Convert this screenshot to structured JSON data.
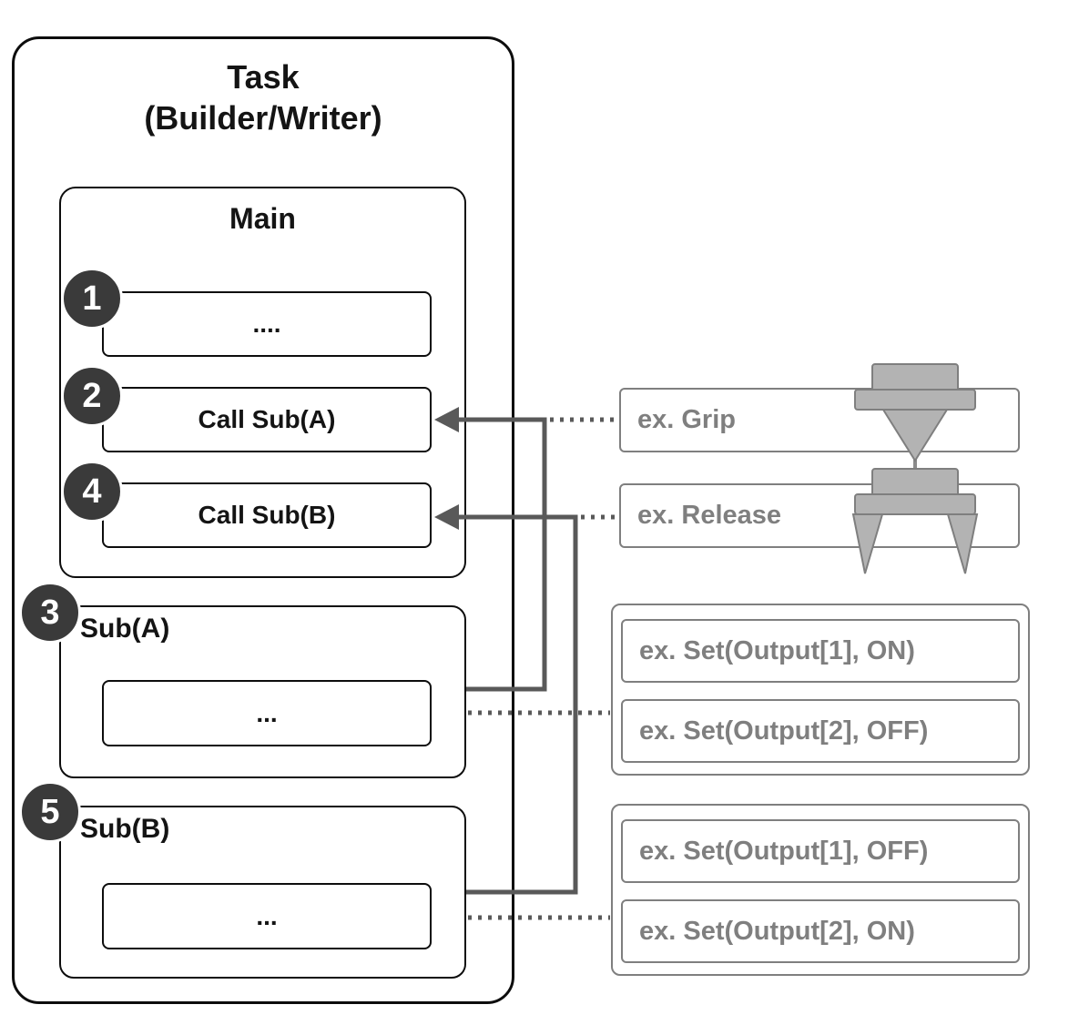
{
  "task": {
    "title": [
      "Task",
      "(Builder/Writer)"
    ],
    "main": {
      "title": "Main",
      "steps": [
        {
          "badge": "1",
          "label": "...."
        },
        {
          "badge": "2",
          "label": "Call Sub(A)"
        },
        {
          "badge": "4",
          "label": "Call Sub(B)"
        }
      ]
    },
    "subroutines": [
      {
        "badge": "3",
        "title": "Sub(A)",
        "body_label": "..."
      },
      {
        "badge": "5",
        "title": "Sub(B)",
        "body_label": "..."
      }
    ]
  },
  "annotations": {
    "grip": {
      "label": "ex. Grip",
      "icon": "gripper-closed-icon"
    },
    "release": {
      "label": "ex. Release",
      "icon": "gripper-open-icon"
    },
    "sub_a_examples": [
      "ex. Set(Output[1], ON)",
      "ex. Set(Output[2], OFF)"
    ],
    "sub_b_examples": [
      "ex. Set(Output[1], OFF)",
      "ex. Set(Output[2], ON)"
    ]
  },
  "colors": {
    "box_border": "#0d0d0d",
    "badge_fill": "#3a3a3a",
    "gray_text": "#7f7f7f",
    "gray_border": "#7f7f7f",
    "connector": "#595959",
    "gripper_fill": "#b3b3b3"
  }
}
